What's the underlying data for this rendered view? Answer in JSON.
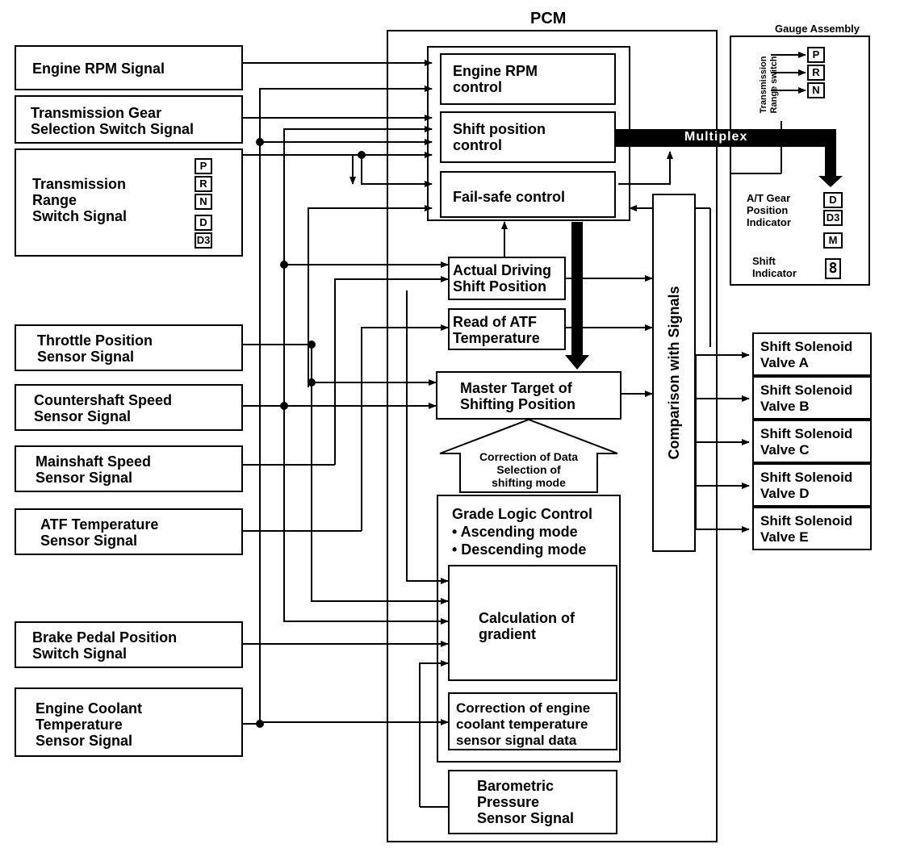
{
  "pcm": {
    "title": "PCM"
  },
  "gauge": {
    "title": "Gauge Assembly",
    "range_switch": "Transmission\nRange switch",
    "prn": [
      "P",
      "R",
      "N"
    ],
    "indicator_label": "A/T Gear\nPosition\nIndicator",
    "indicator_letters": [
      "D",
      "D3",
      "M"
    ],
    "shift_indicator_label": "Shift\nIndicator"
  },
  "inputs": {
    "engine_rpm": "Engine RPM Signal",
    "gear_selection": "Transmission Gear\nSelection Switch Signal",
    "range_switch": "Transmission\nRange\nSwitch Signal",
    "range_letters": [
      "P",
      "R",
      "N",
      "D",
      "D3"
    ],
    "throttle": "Throttle Position\nSensor Signal",
    "countershaft": "Countershaft Speed\nSensor Signal",
    "mainshaft": "Mainshaft Speed\nSensor Signal",
    "atf_temp": "ATF Temperature\nSensor Signal",
    "brake": "Brake Pedal Position\nSwitch Signal",
    "coolant": "Engine Coolant\nTemperature\nSensor Signal"
  },
  "pcm_blocks": {
    "engine_rpm_control": "Engine RPM\ncontrol",
    "shift_position_control": "Shift position\ncontrol",
    "fail_safe": "Fail-safe control",
    "actual_driving": "Actual Driving\nShift Position",
    "read_atf": "Read of ATF\nTemperature",
    "master_target": "Master Target of\nShifting Position",
    "correction_data": "Correction of Data\nSelection of\nshifting mode",
    "grade_logic": "Grade Logic Control\n• Ascending mode\n• Descending mode",
    "calc_gradient": "Calculation of\ngradient",
    "coolant_correction": "Correction of engine\ncoolant temperature\nsensor signal data",
    "barometric": "Barometric\nPressure\nSensor Signal",
    "comparison": "Comparison with Signals"
  },
  "multiplex": "Multiplex",
  "outputs": [
    "Shift Solenoid\nValve A",
    "Shift Solenoid\nValve B",
    "Shift Solenoid\nValve C",
    "Shift Solenoid\nValve D",
    "Shift Solenoid\nValve E"
  ]
}
